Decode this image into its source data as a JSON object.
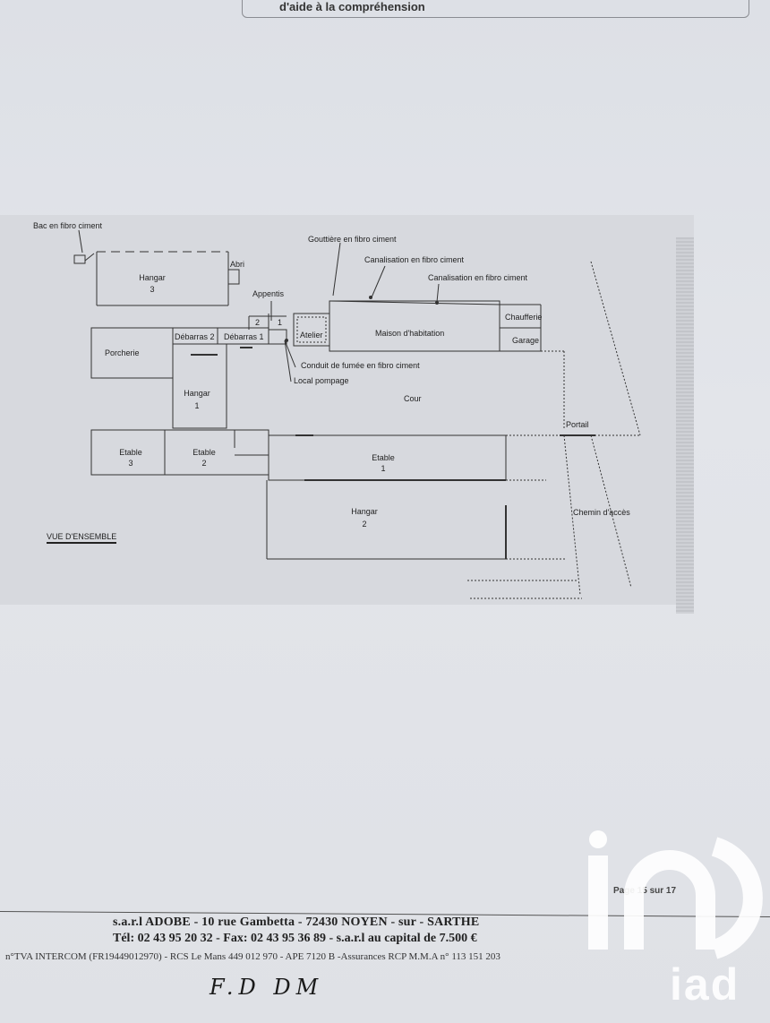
{
  "header": {
    "title": "d'aide à la compréhension"
  },
  "plan": {
    "labels": {
      "bac": "Bac en fibro ciment",
      "gouttiere": "Gouttière  en fibro ciment",
      "canalisation1": "Canalisation en fibro ciment",
      "canalisation2": "Canalisation en fibro ciment",
      "hangar3": "Hangar",
      "hangar3_num": "3",
      "abri": "Abri",
      "appentis": "Appentis",
      "appentis_2": "2",
      "appentis_1": "1",
      "debarras2": "Débarras 2",
      "debarras1": "Débarras 1",
      "atelier": "Atelier",
      "maison": "Maison d'habitation",
      "chaufferie": "Chaufferie",
      "garage": "Garage",
      "porcherie": "Porcherie",
      "conduit": "Conduit de fumée en fibro ciment",
      "local": "Local pompage",
      "hangar1": "Hangar",
      "hangar1_num": "1",
      "cour": "Cour",
      "portail": "Portail",
      "etable3": "Etable",
      "etable3_num": "3",
      "etable2": "Etable",
      "etable2_num": "2",
      "etable1": "Etable",
      "etable1_num": "1",
      "hangar2": "Hangar",
      "hangar2_num": "2",
      "chemin": "Chemin d'accès",
      "vue": "VUE D'ENSEMBLE"
    }
  },
  "footer": {
    "page": "Page 15 sur 17",
    "company_line": "s.a.r.l  ADOBE - 10 rue Gambetta - 72430 NOYEN - sur - SARTHE",
    "contact_line": "Tél: 02 43 95 20 32 - Fax: 02 43 95 36 89 - s.a.r.l au capital de 7.500 €",
    "legal_line": "n°TVA INTERCOM (FR19449012970) - RCS Le Mans 449 012 970 - APE 7120  B -Assurances RCP M.M.A n° 113 151 203",
    "handwritten": "F.D  DM"
  },
  "logo": {
    "text": "iad",
    "color": "#ffffff"
  }
}
